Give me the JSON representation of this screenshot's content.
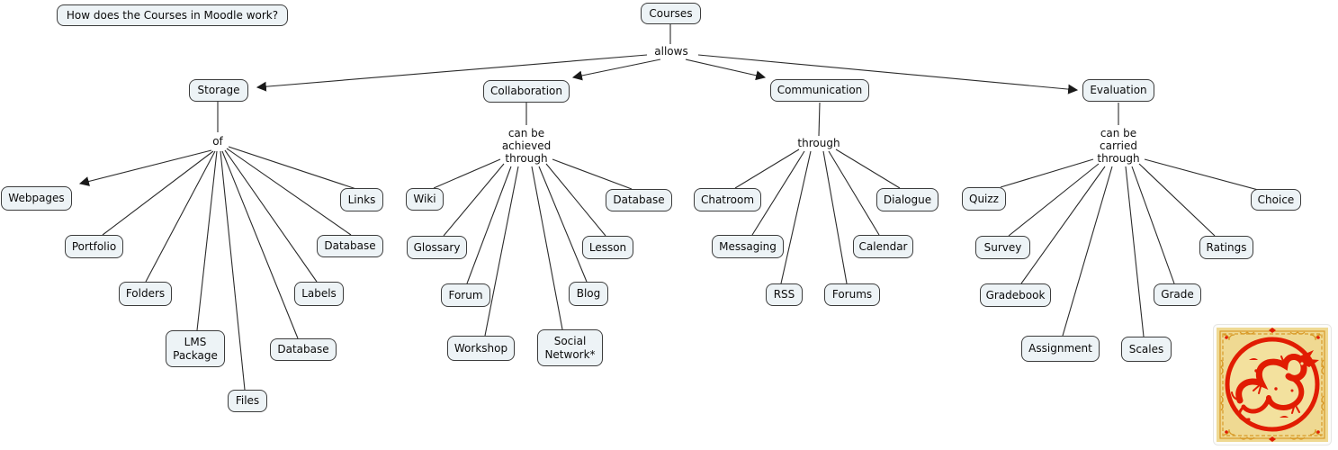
{
  "question_box": {
    "label": "How does the Courses in Moodle work?"
  },
  "root": {
    "label": "Courses"
  },
  "link_phrases": {
    "root": "allows",
    "storage": "of",
    "collaboration": "can be achieved through",
    "communication": "through",
    "evaluation": "can be carried through"
  },
  "nodes": {
    "storage": "Storage",
    "collaboration": "Collaboration",
    "communication": "Communication",
    "evaluation": "Evaluation",
    "storage_children": [
      "Webpages",
      "Portfolio",
      "Folders",
      "LMS Package",
      "Files",
      "Database",
      "Labels",
      "Database",
      "Links"
    ],
    "collaboration_children": [
      "Wiki",
      "Glossary",
      "Forum",
      "Workshop",
      "Social Network*",
      "Blog",
      "Lesson",
      "Database"
    ],
    "communication_children": [
      "Chatroom",
      "Messaging",
      "RSS",
      "Forums",
      "Calendar",
      "Dialogue"
    ],
    "evaluation_children": [
      "Quizz",
      "Survey",
      "Gradebook",
      "Assignment",
      "Scales",
      "Grade",
      "Ratings",
      "Choice"
    ]
  },
  "artwork": {
    "name": "red-dragon-stamp"
  },
  "colors": {
    "node_fill": "#EDF3F6",
    "node_border": "#3C3C3C",
    "connector": "#2B2B2B",
    "dragon_red": "#E11C02",
    "stamp_gold": "#EFD992",
    "stamp_gold_dark": "#D89A28"
  }
}
